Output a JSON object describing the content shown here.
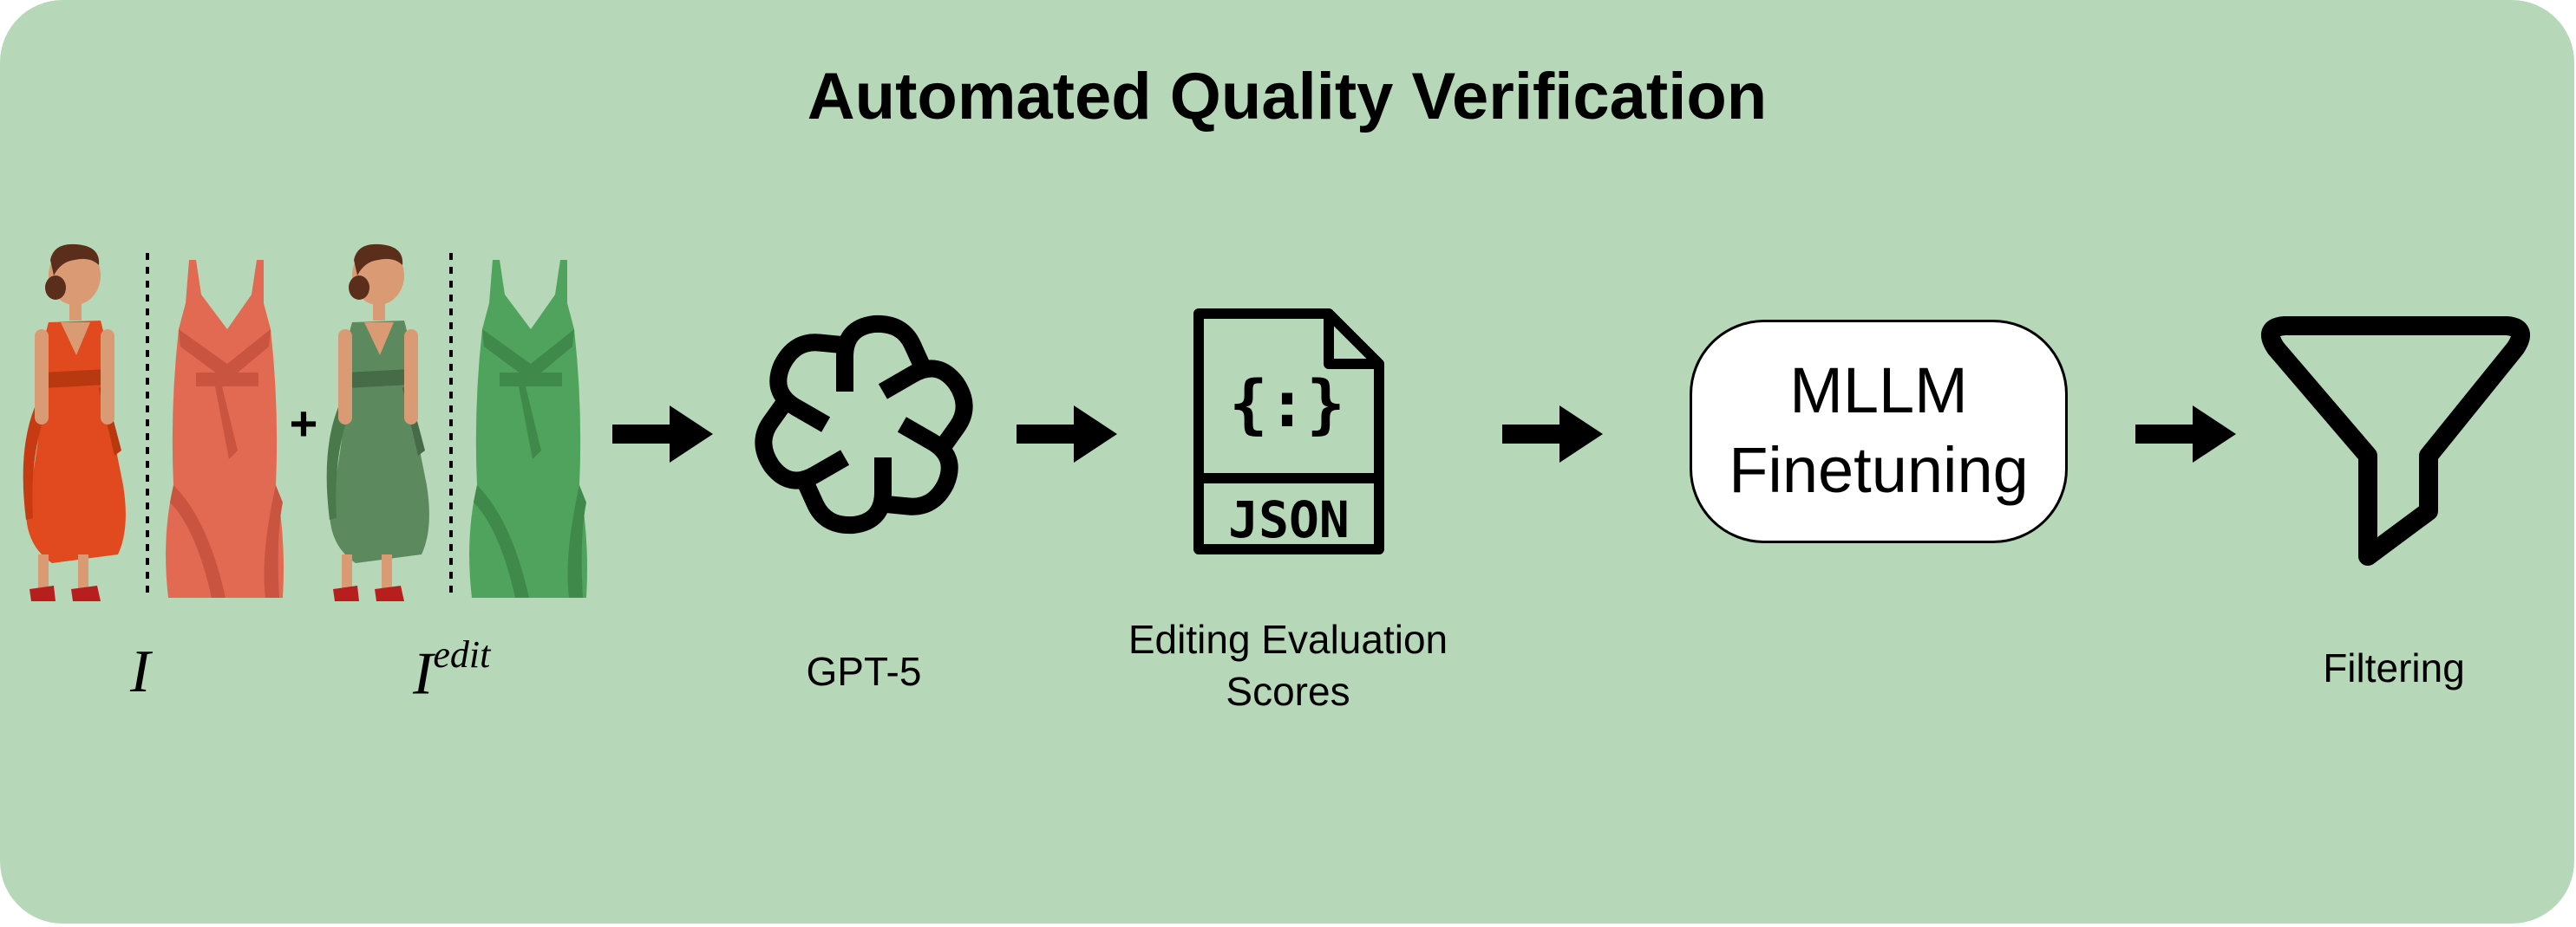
{
  "title": "Automated Quality Verification",
  "inputs": {
    "original_symbol": "I",
    "edited_symbol_base": "I",
    "edited_symbol_sup": "edit",
    "plus": "+"
  },
  "steps": [
    {
      "label": "GPT-5",
      "icon": "openai-logo-icon"
    },
    {
      "label_lines": [
        "Editing Evaluation",
        "Scores"
      ],
      "icon": "json-file-icon",
      "icon_text": "JSON",
      "icon_braces": "{:}"
    },
    {
      "label_lines": [
        "MLLM",
        "Finetuning"
      ]
    },
    {
      "label": "Filtering",
      "icon": "funnel-icon"
    }
  ],
  "colors": {
    "panel_bg": "#b6d8b8",
    "original_dress": "#e04a1e",
    "original_flat_dress": "#e26a52",
    "edited_dress": "#5c8a5e",
    "edited_flat_dress": "#4fa35c"
  }
}
